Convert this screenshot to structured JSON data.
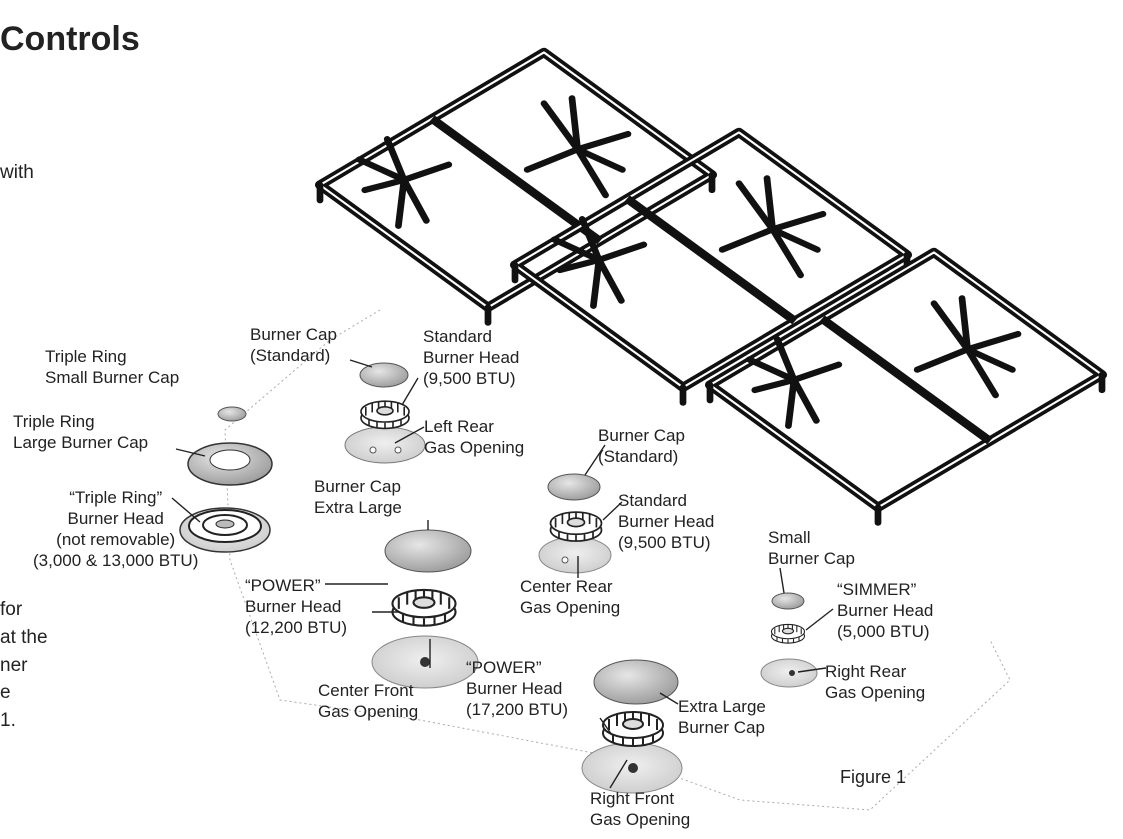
{
  "heading": "Controls",
  "left_text_fragments": [
    "with",
    "for",
    "at the",
    "ner",
    "e",
    "1."
  ],
  "labels": {
    "triple_small_cap": [
      "Triple Ring",
      "Small Burner Cap"
    ],
    "triple_large_cap": [
      "Triple Ring",
      "Large Burner Cap"
    ],
    "triple_head": [
      "“Triple Ring”",
      "Burner Head",
      "(not removable)",
      "(3,000 & 13,000 BTU)"
    ],
    "left_rear_cap": [
      "Burner Cap",
      "(Standard)"
    ],
    "left_rear_head": [
      "Standard",
      "Burner Head",
      "(9,500 BTU)"
    ],
    "left_rear_opening": [
      "Left Rear",
      "Gas Opening"
    ],
    "center_front_cap": [
      "Burner Cap",
      "Extra Large"
    ],
    "center_front_head": [
      "“POWER”",
      "Burner Head",
      "(12,200 BTU)"
    ],
    "center_front_opening": [
      "Center Front",
      "Gas Opening"
    ],
    "center_rear_cap": [
      "Burner Cap",
      "(Standard)"
    ],
    "center_rear_head": [
      "Standard",
      "Burner Head",
      "(9,500 BTU)"
    ],
    "center_rear_opening": [
      "Center Rear",
      "Gas Opening"
    ],
    "right_front_head": [
      "“POWER”",
      "Burner Head",
      "(17,200 BTU)"
    ],
    "right_front_cap": [
      "Extra Large",
      "Burner Cap"
    ],
    "right_front_opening": [
      "Right Front",
      "Gas Opening"
    ],
    "right_rear_cap": [
      "Small",
      "Burner Cap"
    ],
    "right_rear_head": [
      "“SIMMER”",
      "Burner Head",
      "(5,000 BTU)"
    ],
    "right_rear_opening": [
      "Right Rear",
      "Gas Opening"
    ]
  },
  "figure_caption": "Figure 1"
}
